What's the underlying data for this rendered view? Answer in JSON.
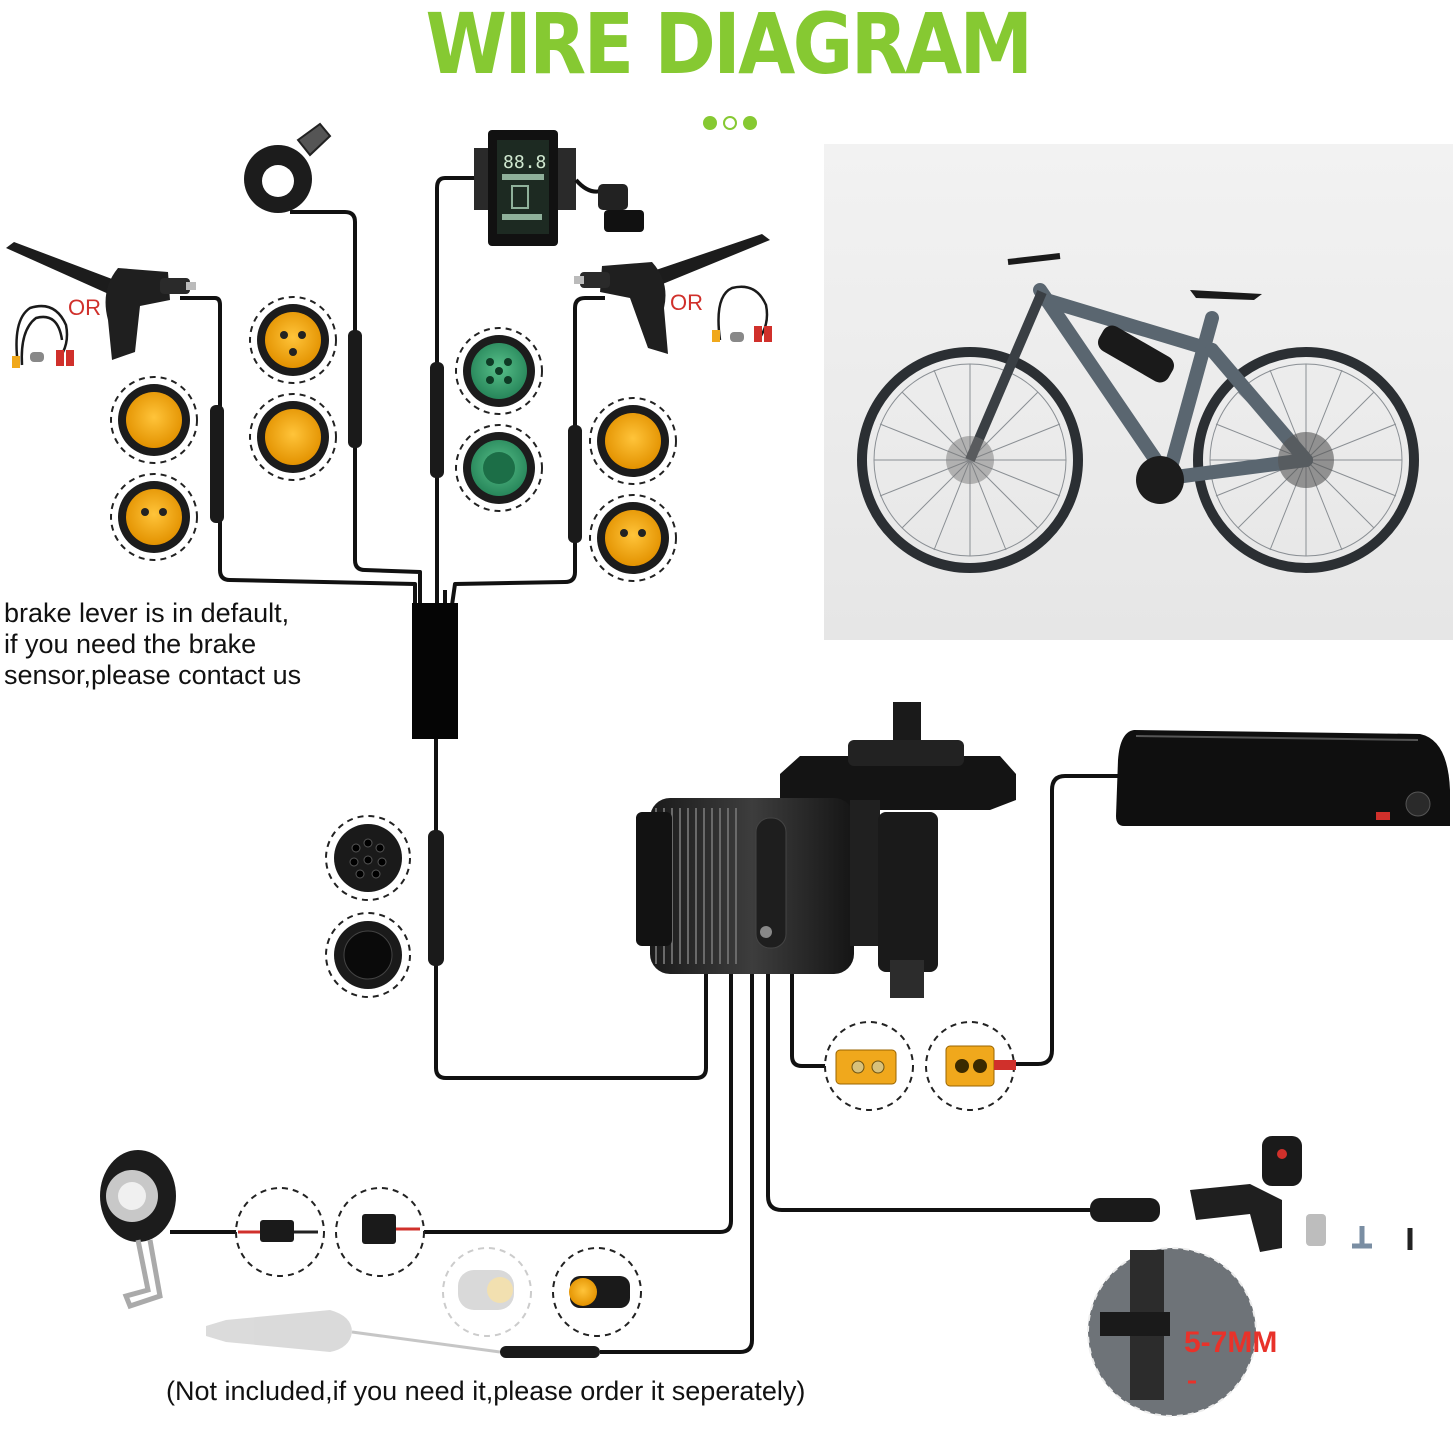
{
  "title": "WIRE DIAGRAM",
  "brake_note": [
    "brake lever is in default,",
    "if you need the brake",
    "sensor,please contact us"
  ],
  "or_left": "OR",
  "or_right": "OR",
  "display_unit": {
    "screen_text": "88.8"
  },
  "speed_sensor_gap": "5-7MM",
  "footer_note": "(Not included,if you need it,please order it seperately)",
  "colors": {
    "title_green": "#86c932",
    "or_red": "#d0302b",
    "wire": "#111111",
    "connector_yellow": "#f0a81c",
    "connector_green": "#3aa272",
    "dims_red": "#e8322a"
  }
}
